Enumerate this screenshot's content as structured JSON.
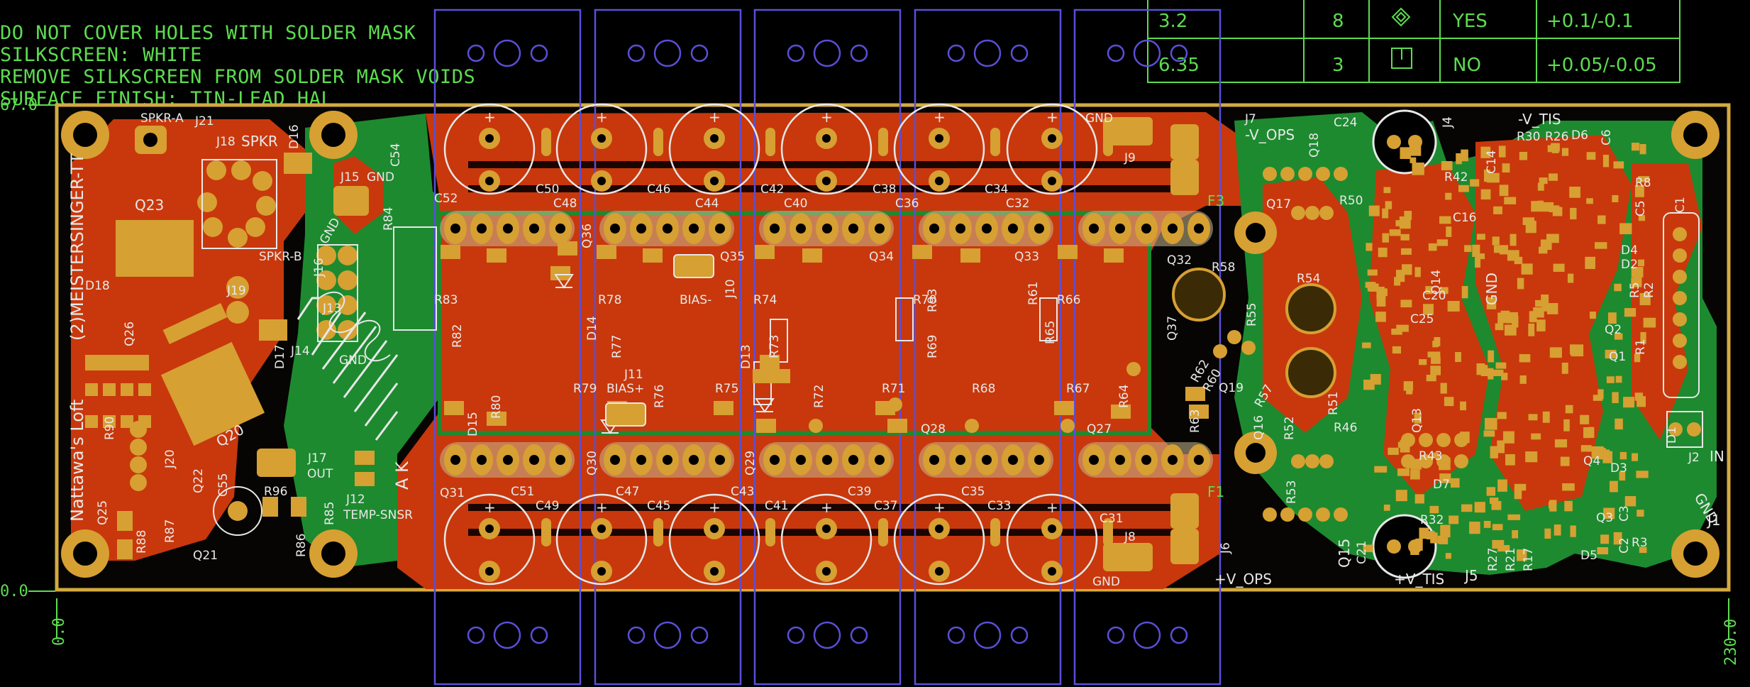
{
  "notes": [
    "DO NOT COVER HOLES WITH SOLDER MASK",
    "SILKSCREEN: WHITE",
    "REMOVE SILKSCREEN FROM SOLDER MASK VOIDS",
    "SURFACE FINISH: TIN-LEAD HAL"
  ],
  "drill_table": [
    {
      "size": "3.2",
      "qty": "8",
      "plated": "YES",
      "tol": "+0.1/-0.1"
    },
    {
      "size": "6.35",
      "qty": "3",
      "plated": "NO",
      "tol": "+0.05/-0.05"
    }
  ],
  "dimensions": {
    "y_top": "67.0",
    "y_bottom": "0.0",
    "x_left": "0.0",
    "x_right": "230.0"
  },
  "board_title": "(2)MEISTERSINGER-TT",
  "board_author": "Nattawa's Loft",
  "colors": {
    "background": "#000000",
    "board_outline": "#d4aa40",
    "copper": "#c8380c",
    "ground": "#1d8a2f",
    "pad": "#d6a032",
    "silk": "#e8e8e8",
    "fab": "#5ddc4f",
    "courtyard": "#5a4fd6"
  },
  "labels": {
    "spkr_a": "SPKR-A",
    "j21": "J21",
    "j18": "J18",
    "spkr": "SPKR",
    "d16": "D16",
    "q23": "Q23",
    "spkr_b": "SPKR-B",
    "j19": "J19",
    "j15": "J15",
    "gnd": "GND",
    "j16": "J16",
    "j13": "J13",
    "r84": "R84",
    "c54": "C54",
    "j14": "J14",
    "d18": "D18",
    "q26": "Q26",
    "q20": "Q20",
    "j20": "J20",
    "c55": "C55",
    "q22": "Q22",
    "q25": "Q25",
    "r90": "R90",
    "r86": "R86",
    "r88": "R88",
    "r87": "R87",
    "q21": "Q21",
    "r96": "R96",
    "j17": "J17",
    "out": "OUT",
    "j12": "J12",
    "temp_snsr": "TEMP-SNSR",
    "r85": "R85",
    "d17": "D17",
    "d15": "D15",
    "c52": "C52",
    "c50": "C50",
    "c48": "C48",
    "c46": "C46",
    "c44": "C44",
    "c42": "C42",
    "c40": "C40",
    "c38": "C38",
    "c36": "C36",
    "c34": "C34",
    "c32": "C32",
    "q36": "Q36",
    "q35": "Q35",
    "q34": "Q34",
    "q33": "Q33",
    "q32": "Q32",
    "bias_minus": "BIAS-",
    "bias_plus": "BIAS+",
    "j10": "J10",
    "j11": "J11",
    "r83": "R83",
    "r82": "R82",
    "r80": "R80",
    "r78": "R78",
    "r77": "R77",
    "r79": "R79",
    "r76": "R76",
    "r75": "R75",
    "r74": "R74",
    "r73": "R73",
    "r72": "R72",
    "r71": "R71",
    "r70": "R70",
    "r69": "R69",
    "r68": "R68",
    "r67": "R67",
    "r66": "R66",
    "r65": "R65",
    "r64": "R64",
    "r63": "R63",
    "r61": "R61",
    "r93": "R93",
    "d13": "D13",
    "d14": "D14",
    "q31": "Q31",
    "q30": "Q30",
    "q29": "Q29",
    "q28": "Q28",
    "q27": "Q27",
    "c51": "C51",
    "c49": "C49",
    "c47": "C47",
    "c45": "C45",
    "c43": "C43",
    "c41": "C41",
    "c39": "C39",
    "c37": "C37",
    "c35": "C35",
    "c33": "C33",
    "c31": "C31",
    "j7": "J7",
    "v_ops_neg": "-V_OPS",
    "j9": "J9",
    "f3": "F3",
    "j8": "J8",
    "f1": "F1",
    "j6": "J6",
    "v_ops_pos": "+V_OPS",
    "c24": "C24",
    "q18": "Q18",
    "j4": "J4",
    "v_tis_neg": "-V_TIS",
    "v_tis_pos": "+V_TIS",
    "q17": "Q17",
    "r50": "R50",
    "q37": "Q37",
    "r58": "R58",
    "r55": "R55",
    "r54": "R54",
    "r62": "R62",
    "r60": "R60",
    "q19": "Q19",
    "r57": "R57",
    "q16": "Q16",
    "r52": "R52",
    "r53": "R53",
    "r51": "R51",
    "r46": "R46",
    "q15": "Q15",
    "c21": "C21",
    "c20": "C20",
    "c25": "C25",
    "c16": "C16",
    "c14": "C14",
    "c6": "C6",
    "r8": "R8",
    "c5": "C5",
    "c1": "C1",
    "r42": "R42",
    "r30": "R30",
    "r26": "R26",
    "d6": "D6",
    "q14": "Q14",
    "q13": "Q13",
    "r43": "R43",
    "d7": "D7",
    "r32": "R32",
    "j5": "J5",
    "r27": "R27",
    "r21": "R21",
    "r17": "R17",
    "d5": "D5",
    "c2": "C2",
    "r3": "R3",
    "j1": "J1",
    "c3": "C3",
    "q3": "Q3",
    "d3": "D3",
    "q4": "Q4",
    "j2": "J2",
    "in": "IN",
    "q1": "Q1",
    "q2": "Q2",
    "r1": "R1",
    "r2": "R2",
    "r5": "R5",
    "d4": "D4",
    "d2": "D2",
    "d1": "D1",
    "ak": "A K"
  }
}
